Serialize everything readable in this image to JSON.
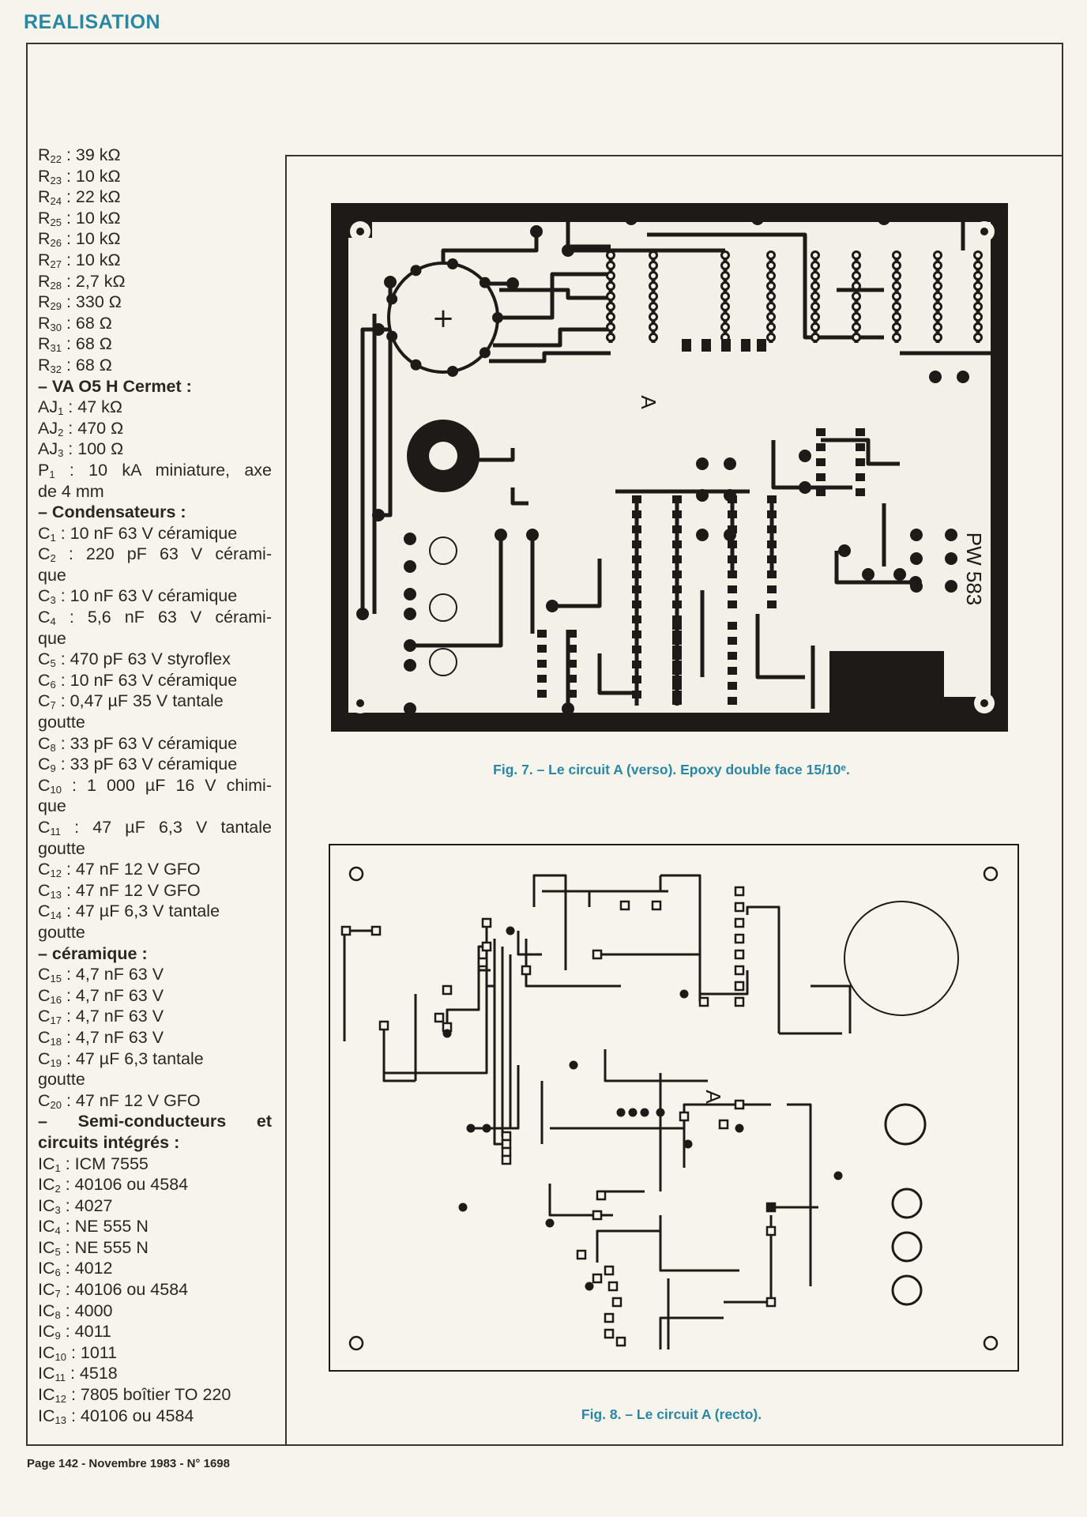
{
  "header": {
    "section": "REALISATION"
  },
  "parts_list": [
    {
      "sym": "R",
      "sub": "22",
      "text": " : 39 kΩ"
    },
    {
      "sym": "R",
      "sub": "23",
      "text": " : 10 kΩ"
    },
    {
      "sym": "R",
      "sub": "24",
      "text": " : 22 kΩ"
    },
    {
      "sym": "R",
      "sub": "25",
      "text": " : 10 kΩ"
    },
    {
      "sym": "R",
      "sub": "26",
      "text": " : 10 kΩ"
    },
    {
      "sym": "R",
      "sub": "27",
      "text": " : 10 kΩ"
    },
    {
      "sym": "R",
      "sub": "28",
      "text": " : 2,7 kΩ"
    },
    {
      "sym": "R",
      "sub": "29",
      "text": " : 330 Ω"
    },
    {
      "sym": "R",
      "sub": "30",
      "text": " : 68 Ω"
    },
    {
      "sym": "R",
      "sub": "31",
      "text": " : 68 Ω"
    },
    {
      "sym": "R",
      "sub": "32",
      "text": " : 68 Ω"
    },
    {
      "head": "–  VA O5 H Cermet :"
    },
    {
      "sym": "AJ",
      "sub": "1",
      "text": " : 47 kΩ"
    },
    {
      "sym": "AJ",
      "sub": "2",
      "text": " : 470 Ω"
    },
    {
      "sym": "AJ",
      "sub": "3",
      "text": " : 100 Ω"
    },
    {
      "sym": "P",
      "sub": "1",
      "text": " :  10 kA  miniature,  axe",
      "just": true
    },
    {
      "cont": "de 4 mm"
    },
    {
      "head": "–  Condensateurs :"
    },
    {
      "sym": "C",
      "sub": "1",
      "text": "  : 10 nF 63 V céramique"
    },
    {
      "sym": "C",
      "sub": "2",
      "text": "  :  220  pF  63  V  cérami-",
      "just": true
    },
    {
      "cont": "que"
    },
    {
      "sym": "C",
      "sub": "3",
      "text": "  : 10 nF 63 V céramique"
    },
    {
      "sym": "C",
      "sub": "4",
      "text": "  :  5,6  nF  63  V  cérami-",
      "just": true
    },
    {
      "cont": "que"
    },
    {
      "sym": "C",
      "sub": "5",
      "text": "  : 470 pF 63 V styroflex"
    },
    {
      "sym": "C",
      "sub": "6",
      "text": "  : 10 nF 63 V céramique"
    },
    {
      "sym": "C",
      "sub": "7",
      "text": "  : 0,47 µF 35 V tantale"
    },
    {
      "cont": "goutte"
    },
    {
      "sym": "C",
      "sub": "8",
      "text": "  : 33 pF 63 V céramique"
    },
    {
      "sym": "C",
      "sub": "9",
      "text": "  : 33 pF 63 V céramique"
    },
    {
      "sym": "C",
      "sub": "10",
      "text": " :  1 000 µF 16 V chimi-",
      "just": true
    },
    {
      "cont": "que"
    },
    {
      "sym": "C",
      "sub": "11",
      "text": " :  47  µF  6,3  V  tantale",
      "just": true
    },
    {
      "cont": "goutte"
    },
    {
      "sym": "C",
      "sub": "12",
      "text": " : 47 nF 12 V GFO"
    },
    {
      "sym": "C",
      "sub": "13",
      "text": " : 47 nF 12 V GFO"
    },
    {
      "sym": "C",
      "sub": "14",
      "text": " : 47 µF 6,3 V tantale"
    },
    {
      "cont": "goutte"
    },
    {
      "head": "–   céramique :"
    },
    {
      "sym": "C",
      "sub": "15",
      "text": " : 4,7 nF 63 V"
    },
    {
      "sym": "C",
      "sub": "16",
      "text": " : 4,7 nF 63 V"
    },
    {
      "sym": "C",
      "sub": "17",
      "text": " : 4,7 nF 63 V"
    },
    {
      "sym": "C",
      "sub": "18",
      "text": " : 4,7 nF 63 V"
    },
    {
      "sym": "C",
      "sub": "19",
      "text": " : 47 µF 6,3 tantale"
    },
    {
      "cont": "goutte"
    },
    {
      "sym": "C",
      "sub": "20",
      "text": " : 47 nF 12 V GFO"
    },
    {
      "head": "–  Semi-conducteurs   et",
      "just": true
    },
    {
      "head": "circuits intégrés :"
    },
    {
      "sym": "IC",
      "sub": "1",
      "text": "  : ICM 7555"
    },
    {
      "sym": "IC",
      "sub": "2",
      "text": "  : 40106 ou 4584"
    },
    {
      "sym": "IC",
      "sub": "3",
      "text": "  : 4027"
    },
    {
      "sym": "IC",
      "sub": "4",
      "text": "  : NE 555 N"
    },
    {
      "sym": "IC",
      "sub": "5",
      "text": "  : NE 555 N"
    },
    {
      "sym": "IC",
      "sub": "6",
      "text": "  : 4012"
    },
    {
      "sym": "IC",
      "sub": "7",
      "text": "  : 40106 ou 4584"
    },
    {
      "sym": "IC",
      "sub": "8",
      "text": "  : 4000"
    },
    {
      "sym": "IC",
      "sub": "9",
      "text": "  : 4011"
    },
    {
      "sym": "IC",
      "sub": "10",
      "text": " : 1011"
    },
    {
      "sym": "IC",
      "sub": "11",
      "text": " : 4518"
    },
    {
      "sym": "IC",
      "sub": "12",
      "text": " : 7805 boîtier TO 220"
    },
    {
      "sym": "IC",
      "sub": "13",
      "text": " : 40106 ou 4584"
    }
  ],
  "figures": {
    "fig7": {
      "caption": "Fig. 7. – Le circuit A (verso). Epoxy double face 15/10ᵉ.",
      "board_label": "A",
      "board_ref": "PW 583",
      "plus_mark": "+"
    },
    "fig8": {
      "caption": "Fig. 8. – Le circuit A (recto).",
      "board_label": "A"
    }
  },
  "footer": {
    "text": "Page 142 - Novembre 1983 - N° 1698"
  },
  "colors": {
    "accent": "#2a87a3",
    "ink": "#2b2622",
    "paper": "#f7f4ec"
  }
}
